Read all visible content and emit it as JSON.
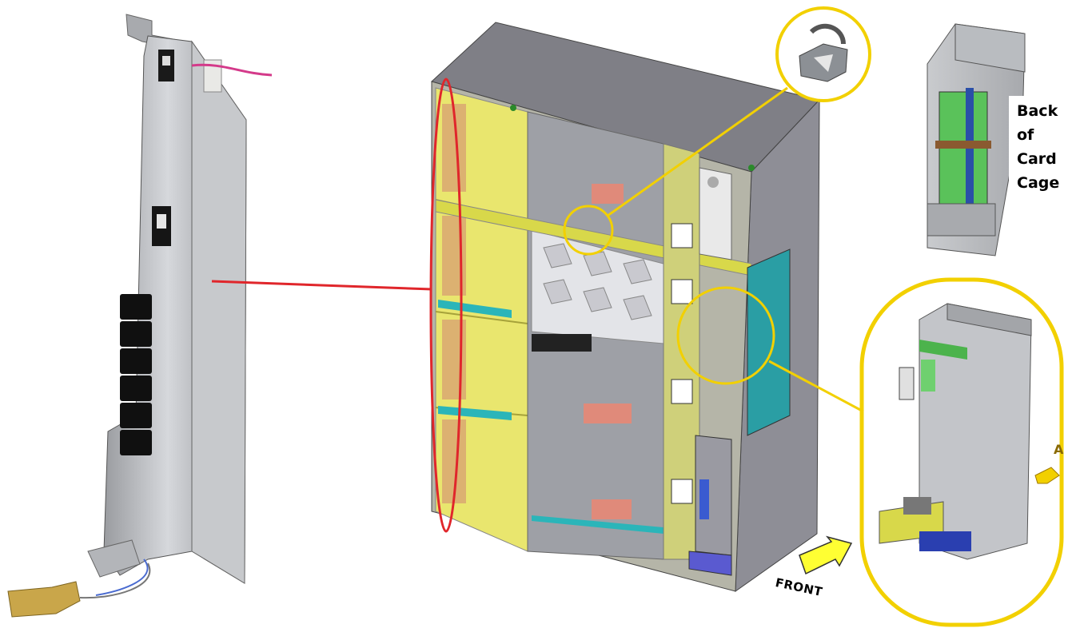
{
  "labels": {
    "back_of_card_cage": [
      "Back",
      "of",
      "Card",
      "Cage"
    ],
    "front": "FRONT",
    "view_a": "A"
  },
  "colors": {
    "highlight_yellow": "#f2d000",
    "callout_red": "#e0262b",
    "frame_yellow": "#d8d84a",
    "panel_gray": "#8e8e96",
    "steel": "#b9bcc1",
    "teal": "#1fb0b8",
    "green_board": "#4fc24f",
    "salmon": "#e08a7a",
    "blue_cover": "#3b3bb8"
  },
  "icons": {
    "pdu": "power-distribution-unit",
    "clip": "cable-clip",
    "arrow": "front-arrow"
  }
}
